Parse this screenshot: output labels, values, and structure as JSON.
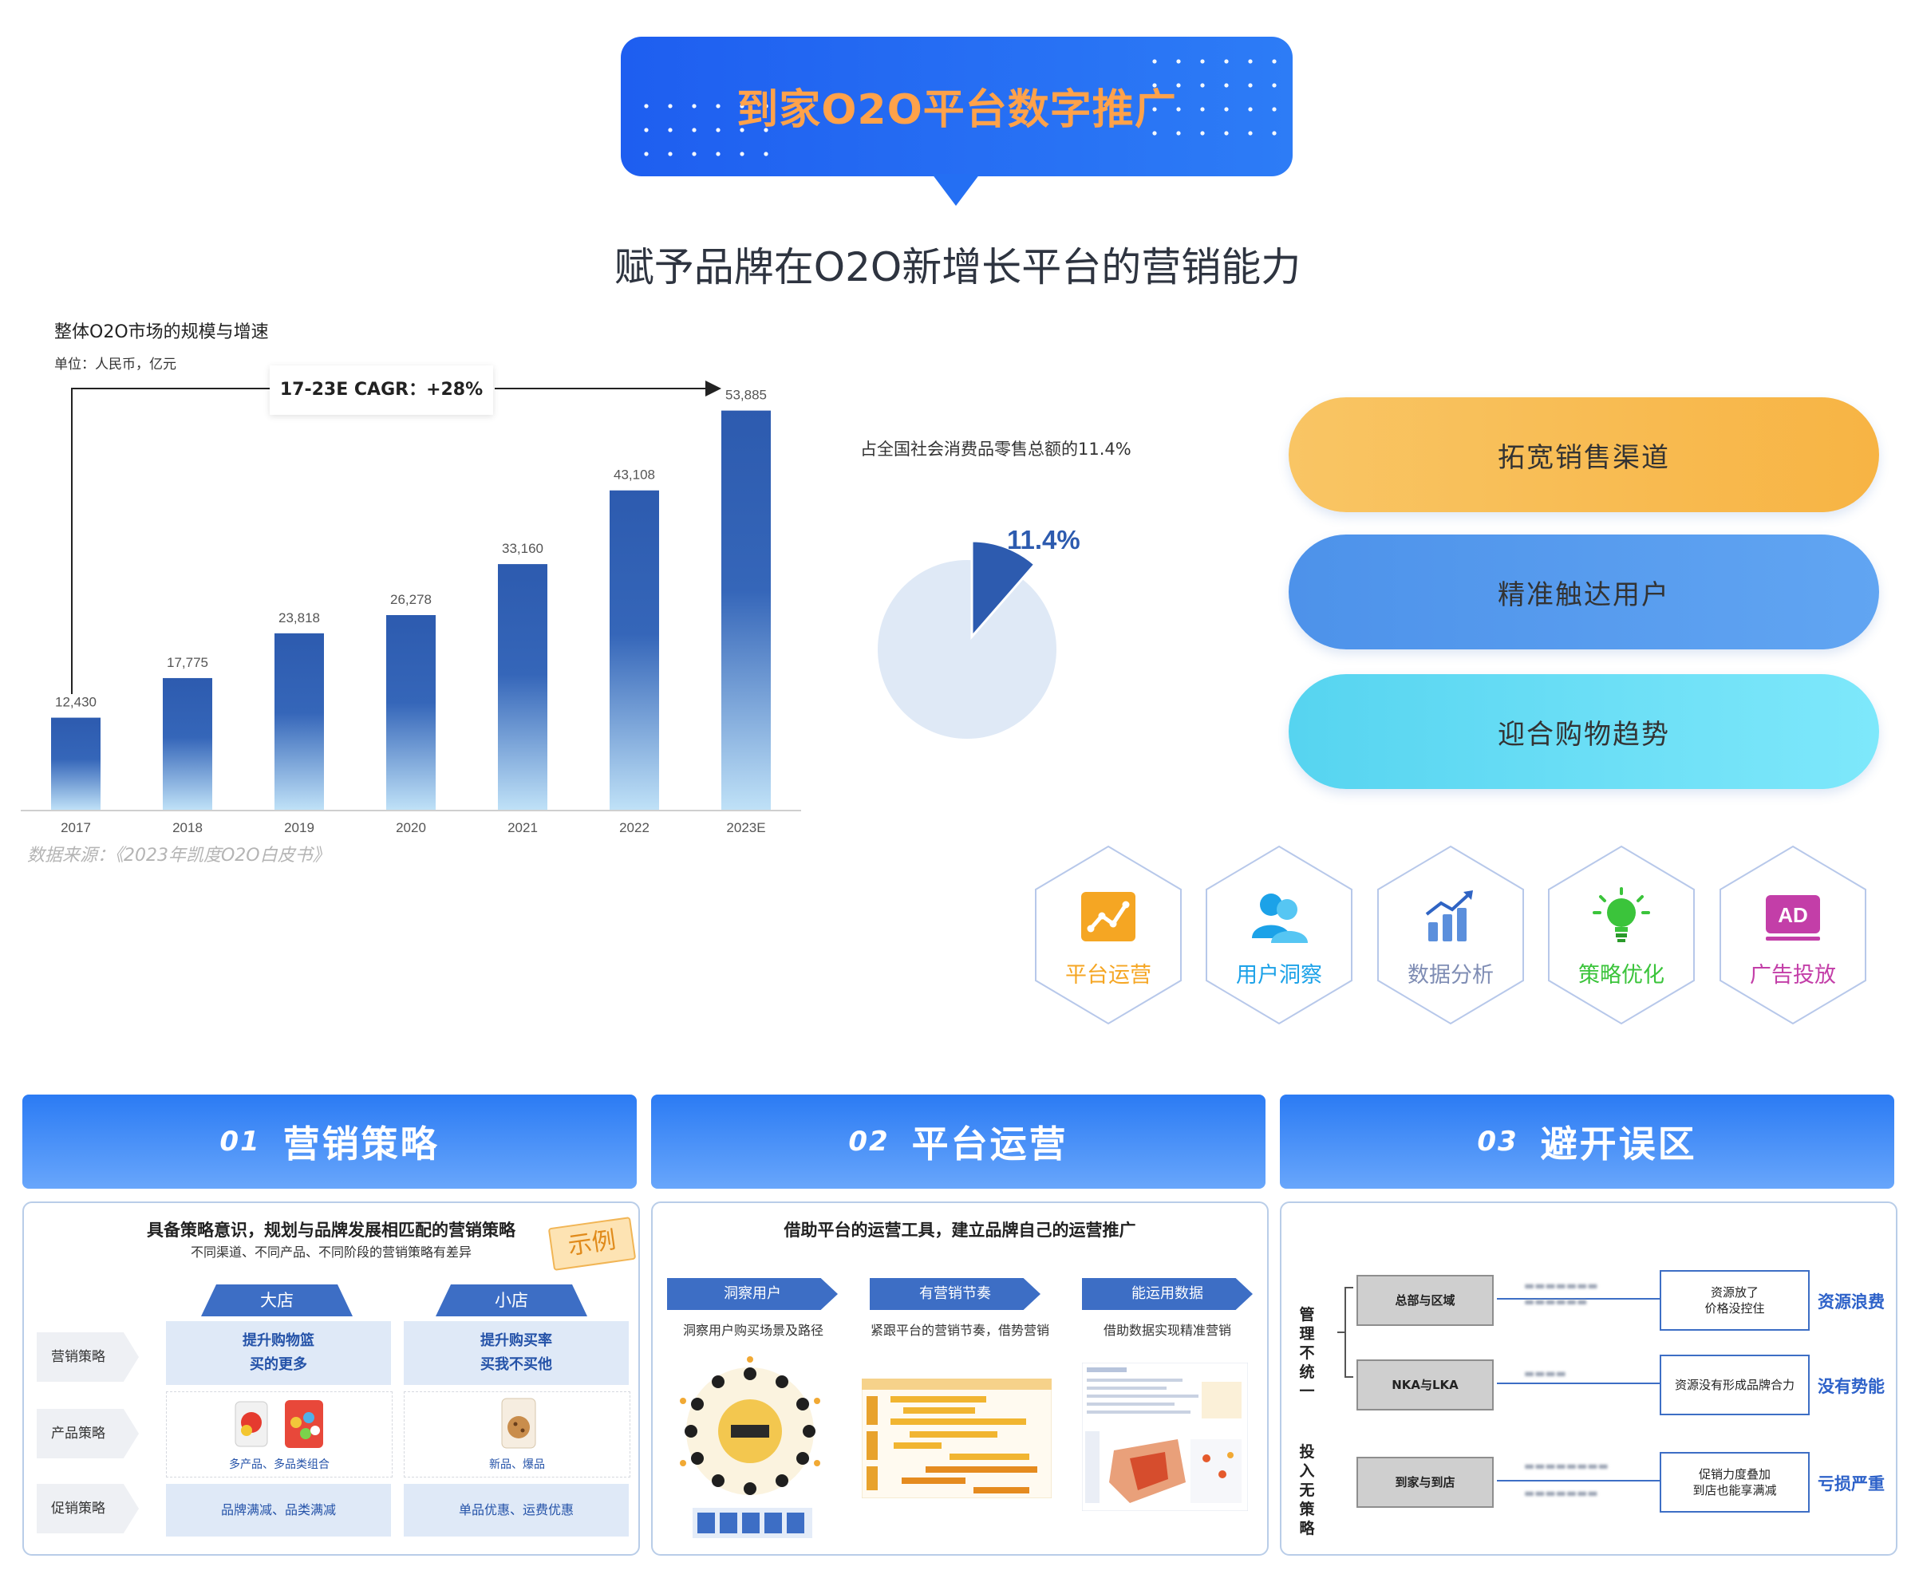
{
  "header": {
    "title": "到家O2O平台数字推广",
    "subtitle": "赋予品牌在O2O新增长平台的营销能力"
  },
  "market": {
    "title": "整体O2O市场的规模与增速",
    "unit": "单位：人民币，亿元",
    "cagr": "17-23E CAGR：+28%",
    "source": "数据来源：《2023年凯度O2O白皮书》"
  },
  "chart_data": {
    "type": "bar",
    "title": "整体O2O市场的规模与增速",
    "categories": [
      "2017",
      "2018",
      "2019",
      "2020",
      "2021",
      "2022",
      "2023E"
    ],
    "values": [
      12430,
      17775,
      23818,
      26278,
      33160,
      43108,
      53885
    ],
    "value_labels": [
      "12,430",
      "17,775",
      "23,818",
      "26,278",
      "33,160",
      "43,108",
      "53,885"
    ],
    "ylim": [
      0,
      56000
    ],
    "grid": false,
    "bar_color_top": "#2d5baf",
    "bar_color_bottom": "#bfe1f7"
  },
  "pie": {
    "note": "占全国社会消费品零售总额的11.4%",
    "label": "11.4%",
    "fraction": 0.114,
    "color_main": "#2d5baf",
    "color_rest": "#dfe9f6"
  },
  "pills": [
    {
      "label": "拓宽销售渠道"
    },
    {
      "label": "精准触达用户"
    },
    {
      "label": "迎合购物趋势"
    }
  ],
  "hexes": [
    {
      "label": "平台运营",
      "icon": "line-chart-icon",
      "color": "#f5a623"
    },
    {
      "label": "用户洞察",
      "icon": "users-icon",
      "color": "#1ca2e8"
    },
    {
      "label": "数据分析",
      "icon": "bar-chart-icon",
      "color": "#7f8db4"
    },
    {
      "label": "策略优化",
      "icon": "lightbulb-icon",
      "color": "#3bc43b"
    },
    {
      "label": "广告投放",
      "icon": "ad-icon",
      "color": "#c33ea8"
    }
  ],
  "sections": [
    {
      "num": "01",
      "title": "营销策略"
    },
    {
      "num": "02",
      "title": "平台运营"
    },
    {
      "num": "03",
      "title": "避开误区"
    }
  ],
  "panel1": {
    "title": "具备策略意识，规划与品牌发展相匹配的营销策略",
    "sub": "不同渠道、不同产品、不同阶段的营销策略有差异",
    "stamp": "示例",
    "col_big": "大店",
    "col_small": "小店",
    "rows": [
      "营销策略",
      "产品策略",
      "促销策略"
    ],
    "big_strategy": [
      "提升购物篮",
      "买的更多"
    ],
    "small_strategy": [
      "提升购买率",
      "买我不买他"
    ],
    "big_product": "多产品、多品类组合",
    "small_product": "新品、爆品",
    "big_promo": "品牌满减、品类满减",
    "small_promo": "单品优惠、运费优惠"
  },
  "panel2": {
    "title": "借助平台的运营工具，建立品牌自己的运营推广",
    "steps": [
      {
        "tag": "洞察用户",
        "cap": "洞察用户购买场景及路径"
      },
      {
        "tag": "有营销节奏",
        "cap": "紧跟平台的营销节奏，借势营销"
      },
      {
        "tag": "能运用数据",
        "cap": "借助数据实现精准营销"
      }
    ]
  },
  "panel3": {
    "group1": "管理不统一",
    "group2": "投入无策略",
    "rows": [
      {
        "source": "总部与区域",
        "outcome": [
          "资源放了",
          "价格没控住"
        ],
        "result": "资源浪费"
      },
      {
        "source": "NKA与LKA",
        "outcome": [
          "资源没有形成品牌合力"
        ],
        "result": "没有势能"
      },
      {
        "source": "到家与到店",
        "outcome": [
          "促销力度叠加",
          "到店也能享满减"
        ],
        "result": "亏损严重"
      }
    ]
  }
}
